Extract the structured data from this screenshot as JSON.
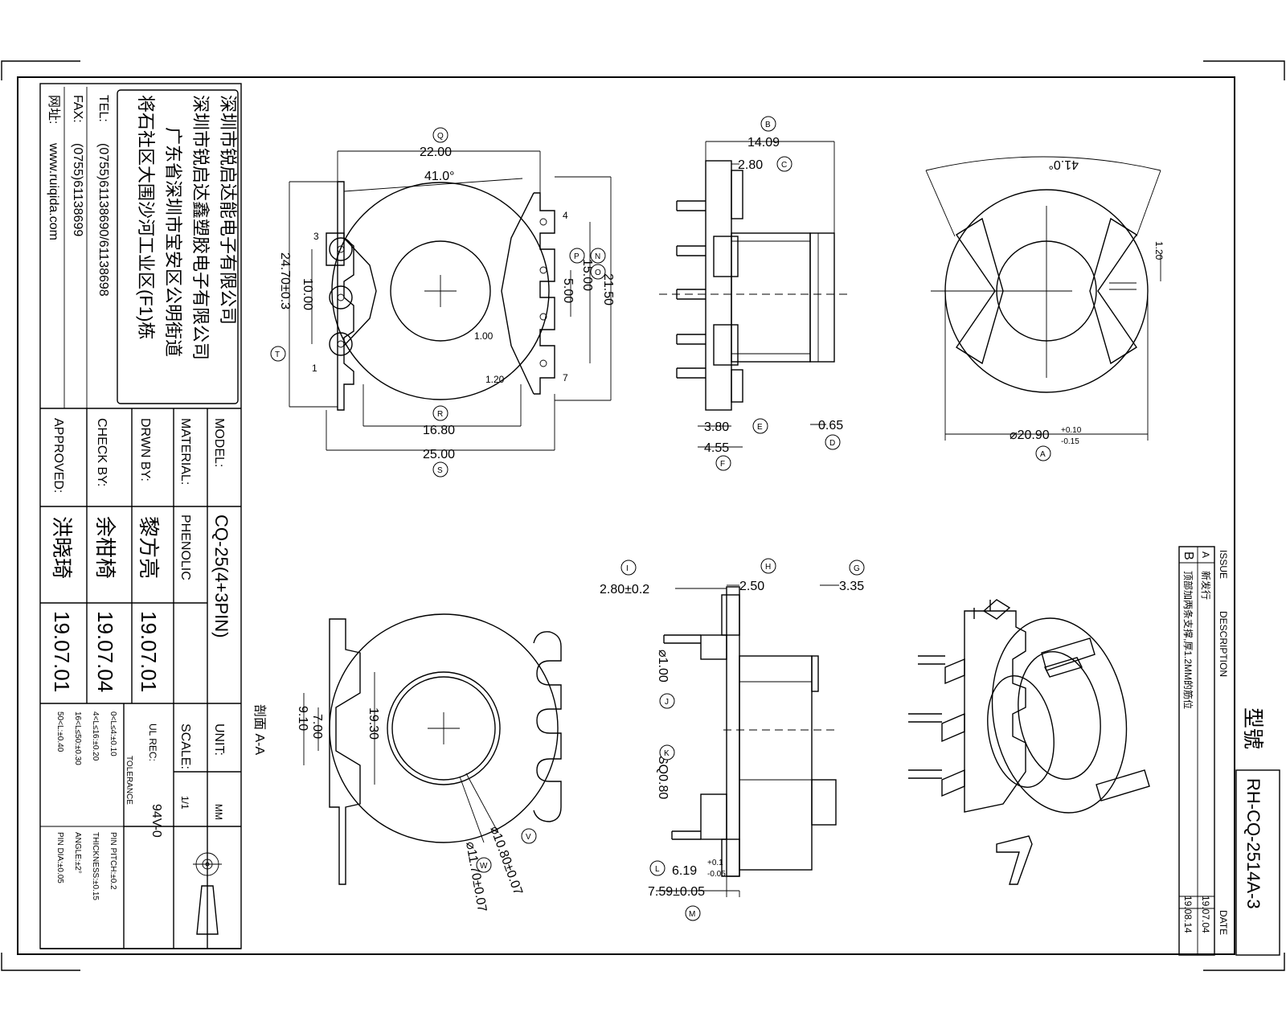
{
  "company": {
    "name": "深圳市锐启达能电子有限公司",
    "factory": "深圳市锐启达鑫塑胶电子有限公司",
    "address1": "广东省深圳市宝安区公明街道",
    "address2": "将石社区大围沙河工业区(F1)栋",
    "tel_label": "TEL:",
    "tel": "(0755)61138690/61138698",
    "fax_label": "FAX:",
    "fax": "(0755)61138699",
    "web_label": "网址:",
    "web": "www.ruiqida.com"
  },
  "titleblock": {
    "model_label": "MODEL:",
    "model": "CQ-25(4+3PIN)",
    "material_label": "MATERIAL:",
    "material": "PHENOLIC",
    "drwn_label": "DRWN BY:",
    "drwn_name": "黎方亮",
    "drwn_date": "19.07.01",
    "check_label": "CHECK BY:",
    "check_name": "余柑椅",
    "check_date": "19.07.04",
    "approved_label": "APPROVED:",
    "approved_name": "洪晓琦",
    "approved_date": "19.07.01",
    "unit_label": "UNIT:",
    "unit": "MM",
    "scale_label": "SCALE:",
    "scale": "1/1",
    "ul_label": "UL REC:",
    "ul": "94V-0",
    "tolerance_label": "TOLERANCE",
    "tol": [
      "0<L≤4:±0.10",
      "4<L≤16:±0.20",
      "16<L≤50:±0.30",
      "50<L:±0.40"
    ],
    "tol2": [
      "PIN PITCH:±0.2",
      "THICKNESS:±0.15",
      "ANGLE:±2°",
      "PIN DIA:±0.05"
    ]
  },
  "revision": {
    "issue_label": "ISSUE",
    "desc_label": "DESCRIPTION",
    "date_label": "DATE",
    "rows": [
      {
        "issue": "A",
        "desc": "新发行",
        "date": "19.07.04"
      },
      {
        "issue": "B",
        "desc": "顶部加两条支撑,厚1.2MM的筋位",
        "date": "19.08.14"
      }
    ],
    "type_label": "型號",
    "part_no": "RH-CQ-2514A-3"
  },
  "dims": {
    "front": {
      "d22": "22.00",
      "a41": "41.0°",
      "d24": "24.70±0.3",
      "d10": "10.00",
      "d21": "21.50",
      "d15": "15.00",
      "d5": "5.00",
      "d1": "1.00",
      "d12": "1.20",
      "d168": "16.80",
      "d25": "25.00",
      "p3": "3",
      "p4": "4",
      "p7": "7",
      "p1": "1"
    },
    "side": {
      "d1409": "14.09",
      "d280": "2.80",
      "d380": "3.80",
      "d455": "4.55",
      "d065": "0.65"
    },
    "right": {
      "a41": "41.0°",
      "d120": "1.20",
      "dia": "⌀20.90",
      "tol_up": "+0.10",
      "tol_dn": "-0.15"
    },
    "section": {
      "d700": "7.00",
      "d910": "9.10",
      "d1930": "19.30",
      "d1080": "⌀10.80±0.07",
      "d1170": "⌀11.70±0.07",
      "label": "剖面 A-A"
    },
    "mid": {
      "d280": "2.80±0.2",
      "d250": "2.50",
      "d335": "3.35",
      "d100": "⌀1.00",
      "d080": "SQ0.80",
      "d619": "6.19",
      "d619_tol_up": "+0.1",
      "d619_tol_dn": "-0.05",
      "d759": "7.59±0.05"
    }
  },
  "bubbles": [
    "Q",
    "B",
    "C",
    "N",
    "O",
    "P",
    "R",
    "S",
    "T",
    "E",
    "F",
    "D",
    "A",
    "I",
    "H",
    "G",
    "V",
    "W",
    "K",
    "L",
    "M",
    "J"
  ]
}
